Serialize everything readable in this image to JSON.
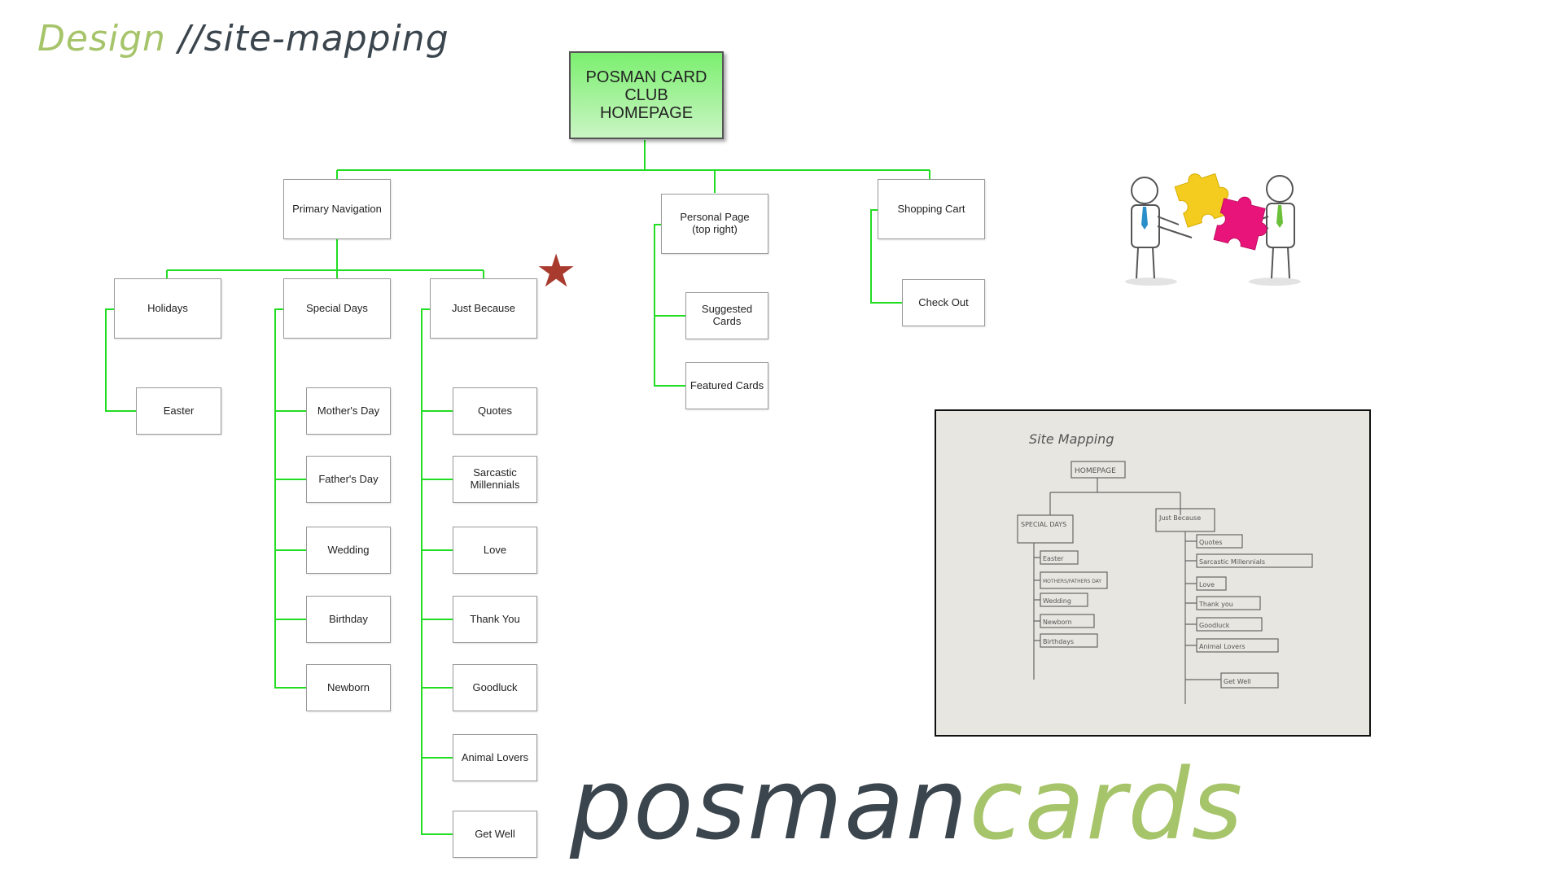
{
  "title": {
    "part1": "Design ",
    "part2": "//site-mapping"
  },
  "root": "POSMAN CARD\nCLUB\nHOMEPAGE",
  "level1": {
    "primary_navigation": "Primary Navigation",
    "personal_page": "Personal Page\n(top right)",
    "shopping_cart": "Shopping Cart"
  },
  "primary_navigation": {
    "holidays": "Holidays",
    "special_days": "Special Days",
    "just_because": "Just Because"
  },
  "holidays_items": [
    "Easter"
  ],
  "special_days_items": [
    "Mother's Day",
    "Father's Day",
    "Wedding",
    "Birthday",
    "Newborn"
  ],
  "just_because_items": [
    "Quotes",
    "Sarcastic\nMillennials",
    "Love",
    "Thank You",
    "Goodluck",
    "Animal Lovers",
    "Get Well"
  ],
  "personal_page_items": [
    "Suggested Cards",
    "Featured Cards"
  ],
  "shopping_cart_items": [
    "Check Out"
  ],
  "sketch": {
    "title": "Site Mapping",
    "home": "HOMEPAGE",
    "special": "SPECIAL\nDAYS",
    "just": "Just\nBecause",
    "left_items": [
      "Easter",
      "MOTHERS/FATHERS DAY",
      "Wedding",
      "Newborn",
      "Birthdays"
    ],
    "right_items": [
      "Quotes",
      "Sarcastic Millennials",
      "Love",
      "Thank you",
      "Goodluck",
      "Animal Lovers",
      "Get Well"
    ]
  },
  "logo": {
    "part1": "posman",
    "part2": "cards"
  },
  "colors": {
    "connector": "#22dd22",
    "accent_green": "#a6c46a",
    "dark": "#3b454d",
    "star": "#a83a2e"
  },
  "icons": {
    "star": "star-icon",
    "illustration": "puzzle-people-illustration"
  }
}
